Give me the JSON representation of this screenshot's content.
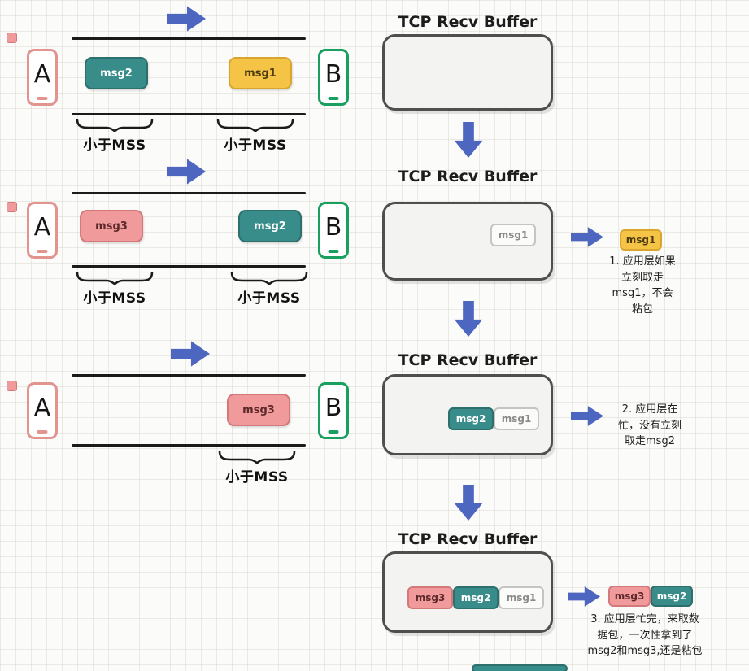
{
  "colors": {
    "teal": "#388c8a",
    "yellow": "#f5c345",
    "pink": "#f19a9c",
    "arrow_blue": "#4d66bf",
    "phone_a_border": "#e2948f",
    "phone_b_border": "#19a05f",
    "buffer_fill": "#f3f3f1",
    "buffer_border": "#4f4f4f",
    "wire": "#1b1b1b"
  },
  "timeline": {
    "rows": [
      {
        "sender": "A",
        "receiver": "B",
        "messages": [
          {
            "label": "msg2"
          },
          {
            "label": "msg1"
          }
        ],
        "brace_labels": [
          "小于MSS",
          "小于MSS"
        ]
      },
      {
        "sender": "A",
        "receiver": "B",
        "messages": [
          {
            "label": "msg3"
          },
          {
            "label": "msg2"
          }
        ],
        "brace_labels": [
          "小于MSS",
          "小于MSS"
        ]
      },
      {
        "sender": "A",
        "receiver": "B",
        "messages": [
          {
            "label": "msg3"
          }
        ],
        "brace_labels": [
          "小于MSS"
        ]
      }
    ]
  },
  "buffers": {
    "stages": [
      {
        "title": "TCP Recv Buffer",
        "chips": []
      },
      {
        "title": "TCP Recv Buffer",
        "chips": [
          "msg1"
        ],
        "result_chips": [
          "msg1"
        ],
        "note": "1. 应用层如果\n立刻取走\nmsg1，不会\n粘包"
      },
      {
        "title": "TCP Recv Buffer",
        "chips": [
          "msg2",
          "msg1"
        ],
        "note": "2. 应用层在\n忙，没有立刻\n取走msg2"
      },
      {
        "title": "TCP Recv Buffer",
        "chips": [
          "msg3",
          "msg2",
          "msg1"
        ],
        "result_chips": [
          "msg3",
          "msg2"
        ],
        "note": "3. 应用层忙完，来取数\n据包，一次性拿到了\nmsg2和msg3,还是粘包"
      }
    ]
  }
}
